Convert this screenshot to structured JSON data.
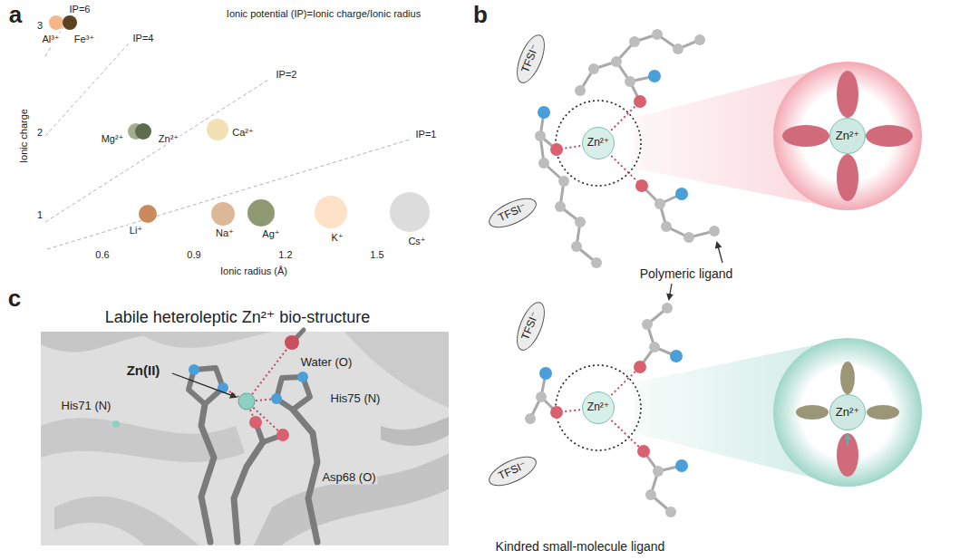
{
  "diagram": {
    "nodes": [
      {
        "text": [
          "TFSI⁻"
        ]
      },
      {
        "text": [
          "TFSI⁻"
        ]
      },
      {
        "text": [
          "Zn²⁺"
        ]
      },
      {
        "text": [
          "Zn²⁺"
        ]
      },
      {
        "text": [
          "TFSI⁻"
        ]
      },
      {
        "text": [
          "TFSI⁻"
        ]
      },
      {
        "text": [
          "Zn²⁺"
        ]
      },
      {
        "text": [
          "Zn²⁺"
        ]
      }
    ],
    "labels": [
      "a",
      "Ionic potential (IP)=Ionic charge/Ionic radius",
      "IP=6",
      "IP=4",
      "IP=2",
      "IP=1",
      "3",
      "2",
      "1",
      "Ionic charge",
      "0.6",
      "0.9",
      "1.2",
      "1.5",
      "Ionic radius (Å)",
      "Al³⁺",
      "Fe³⁺",
      "Mg²⁺",
      "Zn²⁺",
      "Ca²⁺",
      "Li⁺",
      "Na⁺",
      "Ag⁺",
      "K⁺",
      "Cs⁺",
      "b",
      "Polymeric ligand",
      "Kindred small-molecule ligand",
      "c",
      "Labile heteroleptic Zn²⁺ bio-structure",
      "Zn(II)",
      "Water (O)",
      "His75 (N)",
      "His71 (N)",
      "Asp68 (O)"
    ]
  }
}
